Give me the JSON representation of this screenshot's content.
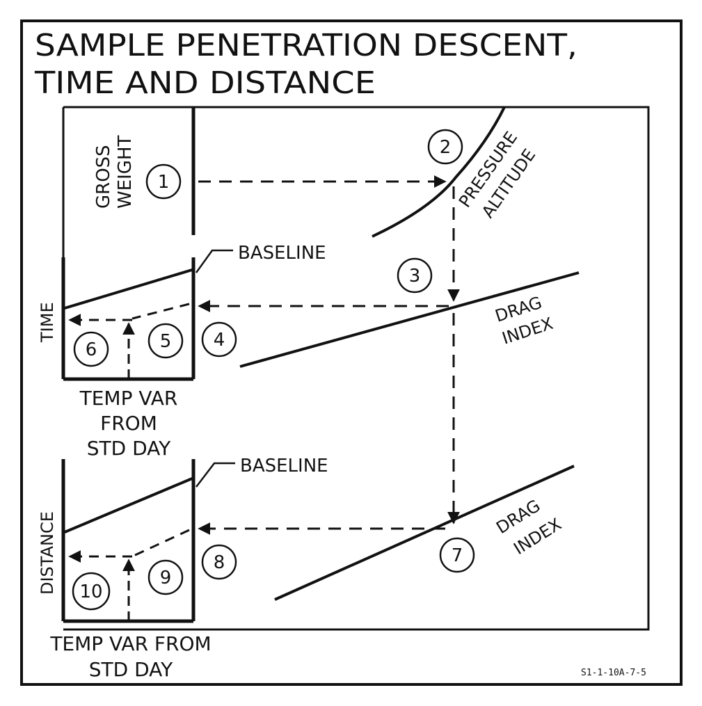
{
  "title": {
    "line1": "SAMPLE PENETRATION DESCENT,",
    "line2": "TIME AND DISTANCE"
  },
  "labels": {
    "gross_weight_1": "GROSS",
    "gross_weight_2": "WEIGHT",
    "pressure": "PRESSURE",
    "altitude": "ALTITUDE",
    "baseline_top": "BASELINE",
    "baseline_bottom": "BASELINE",
    "drag_top_1": "DRAG",
    "drag_top_2": "INDEX",
    "drag_bottom_1": "DRAG",
    "drag_bottom_2": "INDEX",
    "time_axis": "TIME",
    "distance_axis": "DISTANCE",
    "temp_top_1": "TEMP VAR",
    "temp_top_2": "FROM",
    "temp_top_3": "STD DAY",
    "temp_bottom_1": "TEMP VAR FROM",
    "temp_bottom_2": "STD DAY"
  },
  "steps": [
    "1",
    "2",
    "3",
    "4",
    "5",
    "6",
    "7",
    "8",
    "9",
    "10"
  ],
  "figure_ref": "S1-1-10A-7-5"
}
